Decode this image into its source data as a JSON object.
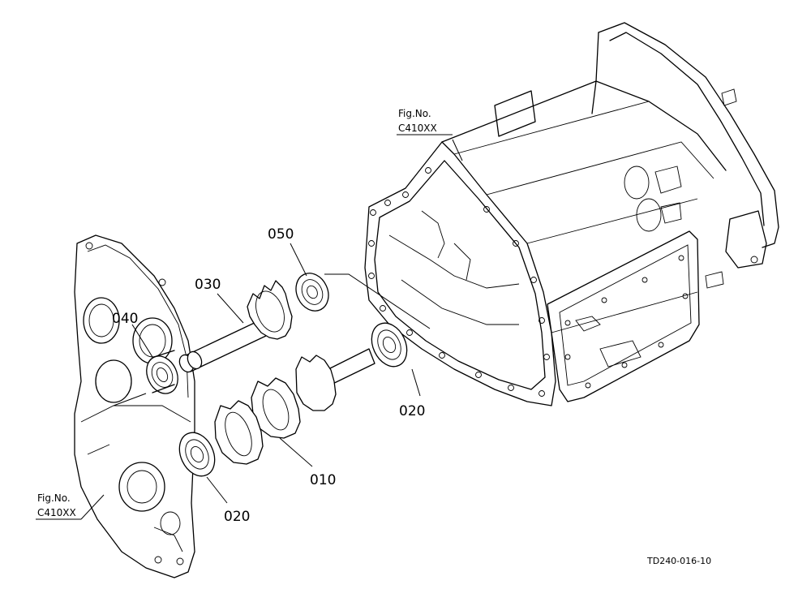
{
  "figure_refs": [
    {
      "line1": "Fig.No.",
      "line2": "C410XX"
    },
    {
      "line1": "Fig.No.",
      "line2": "C410XX"
    }
  ],
  "parts": {
    "p010": "010",
    "p020a": "020",
    "p020b": "020",
    "p030": "030",
    "p040": "040",
    "p050": "050"
  },
  "drawing_code": "TD240-016-10"
}
